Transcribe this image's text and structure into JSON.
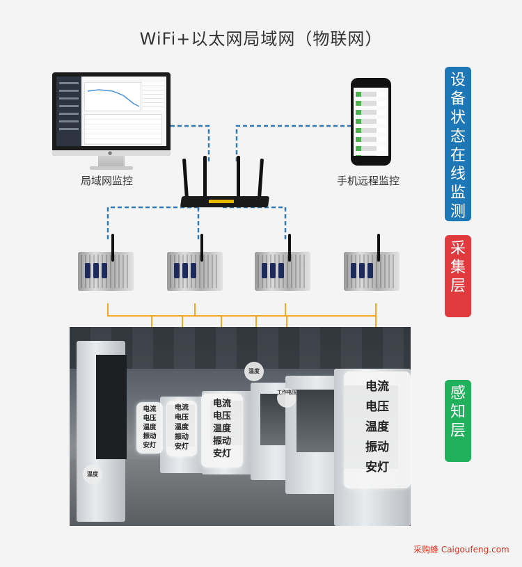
{
  "title": "WiFi+以太网局域网（物联网）",
  "labels": {
    "lan_monitor": "局域网监控",
    "mobile_monitor": "手机远程监控"
  },
  "layers": [
    {
      "text": "设备状态在线监测",
      "color": "#1d76b6"
    },
    {
      "text": "采集层",
      "color": "#e0393e"
    },
    {
      "text": "感知层",
      "color": "#21b15c"
    }
  ],
  "sensor_tags": {
    "temperature": "温度",
    "work_current": "工作电压"
  },
  "sensor_bubbles": [
    [
      "电流",
      "电压",
      "温度",
      "振动",
      "安灯"
    ],
    [
      "电流",
      "电压",
      "温度",
      "振动",
      "安灯"
    ],
    [
      "电流",
      "电压",
      "温度",
      "振动",
      "安灯"
    ],
    [
      "电流",
      "电压",
      "温度",
      "振动",
      "安灯"
    ]
  ],
  "watermark": "采购蜂 Caigoufeng.com",
  "colors": {
    "network_line": "#2a7ab8",
    "sensor_line": "#f5a623"
  }
}
